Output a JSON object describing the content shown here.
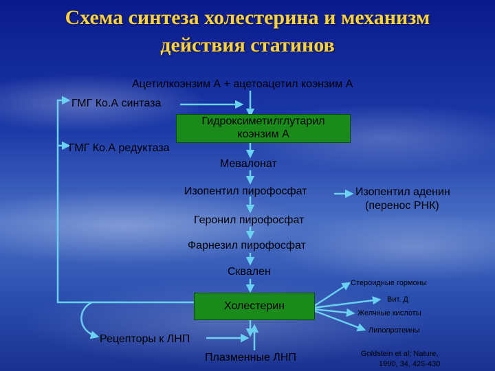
{
  "title": {
    "line1": "Схема синтеза холестерина и механизм",
    "line2": "действия статинов"
  },
  "nodes": {
    "acetyl": "Ацетилкоэнзим А + ацетоацетил коэнзим А",
    "hmg_synthase": "ГМГ Ко.А синтаза",
    "hmg_coa_line1": "Гидроксиметилглутарил",
    "hmg_coa_line2": "коэнзим А",
    "hmg_reductase": "ГМГ Ко.А редуктаза",
    "mevalonate": "Мевалонат",
    "isopentenyl_pp": "Изопентил пирофосфат",
    "isopentenyl_adenine_line1": "Изопентил аденин",
    "isopentenyl_adenine_line2": "(перенос РНК)",
    "geranyl_pp": "Геронил пирофосфат",
    "farnesyl_pp": "Фарнезил пирофосфат",
    "squalene": "Сквален",
    "cholesterol": "Холестерин",
    "steroid_hormones": "Стероидные гормоны",
    "vit_d": "Вит. Д",
    "bile_acids": "Желчные кислоты",
    "lipoproteins": "Липопротеины",
    "ldl_receptors": "Рецепторы к ЛНП",
    "plasma_ldl": "Плазменные ЛНП",
    "citation_line1": "Goldstein et al; Nature,",
    "citation_line2": "1990,  34,  425-430"
  },
  "colors": {
    "title": "#ffd23a",
    "arrow": "#6ad2f0",
    "box_fill": "#1a8a1a",
    "text": "#000000"
  }
}
